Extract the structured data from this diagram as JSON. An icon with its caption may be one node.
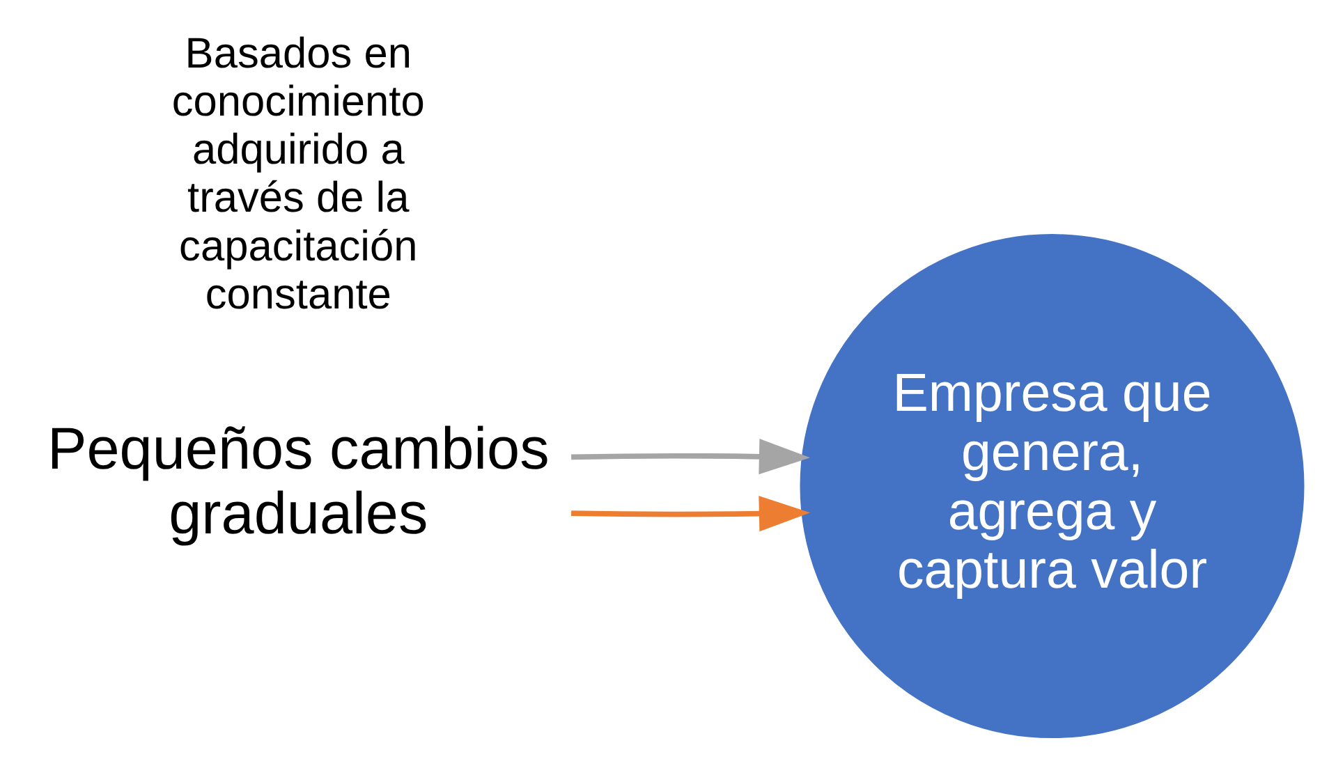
{
  "diagram": {
    "nodes": [
      {
        "text": [
          "Pequeños cambios graduales"
        ]
      },
      {
        "text": [
          "Empresa que genera, agrega y captura valor"
        ]
      }
    ],
    "edges": [
      {
        "from": 0,
        "to": 1,
        "arrow": "to",
        "color": "#ed7d31"
      },
      {
        "from": 0,
        "to": 1,
        "arrow": "to",
        "color": "#a5a5a5"
      }
    ],
    "labels": [
      "Basados en conocimiento adquirido a través de la capacitación constante"
    ]
  }
}
